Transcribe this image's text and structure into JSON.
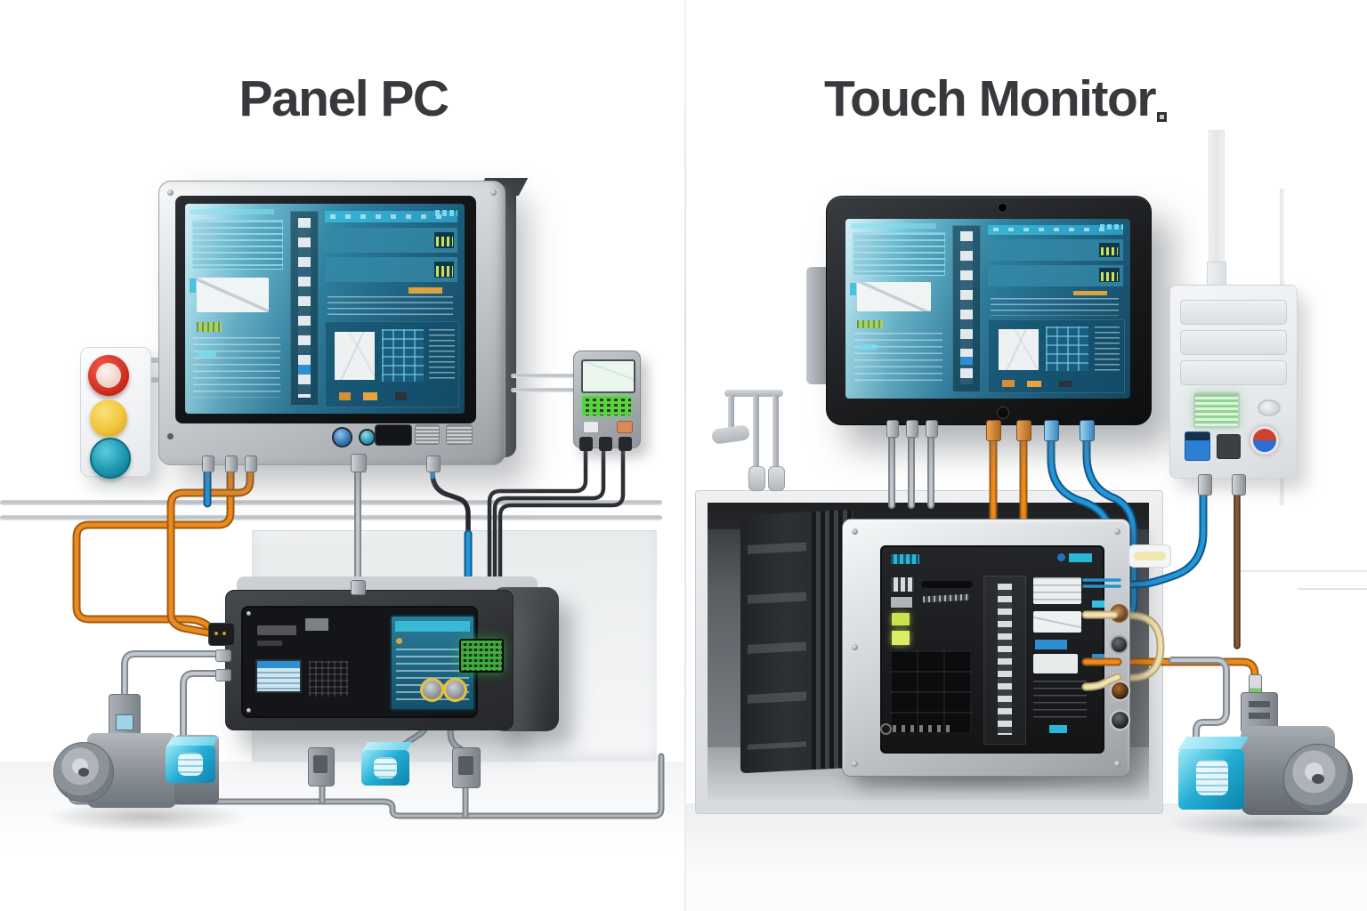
{
  "illustration": {
    "left": {
      "title": "Panel PC",
      "components": [
        {
          "name": "panel-pc-display",
          "bezel": "silver",
          "screen": "hmi-dashboard"
        },
        {
          "name": "emergency-stop-station",
          "buttons": [
            "red",
            "yellow",
            "blue"
          ]
        },
        {
          "name": "handheld-controller",
          "screen": "mint-green"
        },
        {
          "name": "embedded-controller-box"
        },
        {
          "name": "motor"
        },
        {
          "name": "sensor-box-1",
          "color": "cyan"
        },
        {
          "name": "sensor-box-2",
          "color": "cyan"
        },
        {
          "name": "junction-box-1"
        },
        {
          "name": "junction-box-2"
        },
        {
          "name": "junction-box-3"
        }
      ]
    },
    "right": {
      "title": "Touch Monitor",
      "components": [
        {
          "name": "touch-monitor-display",
          "bezel": "black",
          "screen": "hmi-dashboard"
        },
        {
          "name": "industrial-pc"
        },
        {
          "name": "server-tower"
        },
        {
          "name": "electrical-cabinet"
        },
        {
          "name": "cable-hooks"
        },
        {
          "name": "motor"
        },
        {
          "name": "sensor-box",
          "color": "cyan"
        },
        {
          "name": "junction-box"
        }
      ]
    },
    "colors": {
      "background": "#ffffff",
      "title_text": "#38393d",
      "screen_teal": "#2e7d9c",
      "accent_cyan": "#35c0dd",
      "cable_orange": "#ec8a1e",
      "cable_blue": "#2396d8",
      "cable_gray": "#c2c7cb",
      "cable_beige": "#efe2b0",
      "cable_brown": "#85573a",
      "sensor_cyan": "#23aed6",
      "estop_red": "#d93425",
      "estop_yellow": "#f0c53a",
      "estop_blue": "#1f97b0"
    }
  }
}
